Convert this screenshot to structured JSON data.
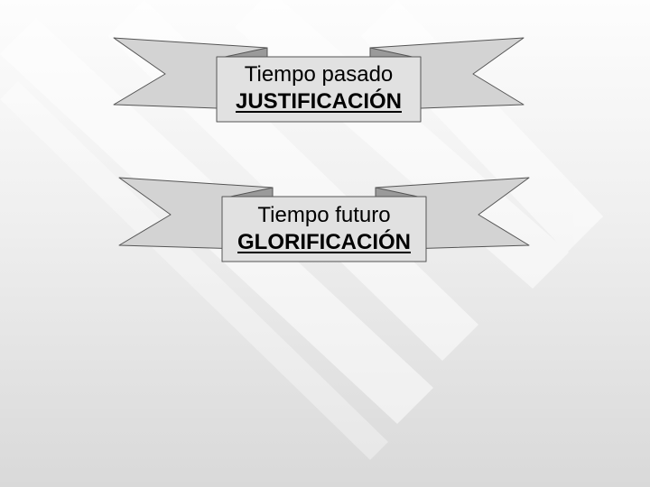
{
  "banners": [
    {
      "line1": "Tiempo pasado",
      "line2": "JUSTIFICACIÓN"
    },
    {
      "line1": "Tiempo futuro",
      "line2": "GLORIFICACIÓN"
    }
  ]
}
